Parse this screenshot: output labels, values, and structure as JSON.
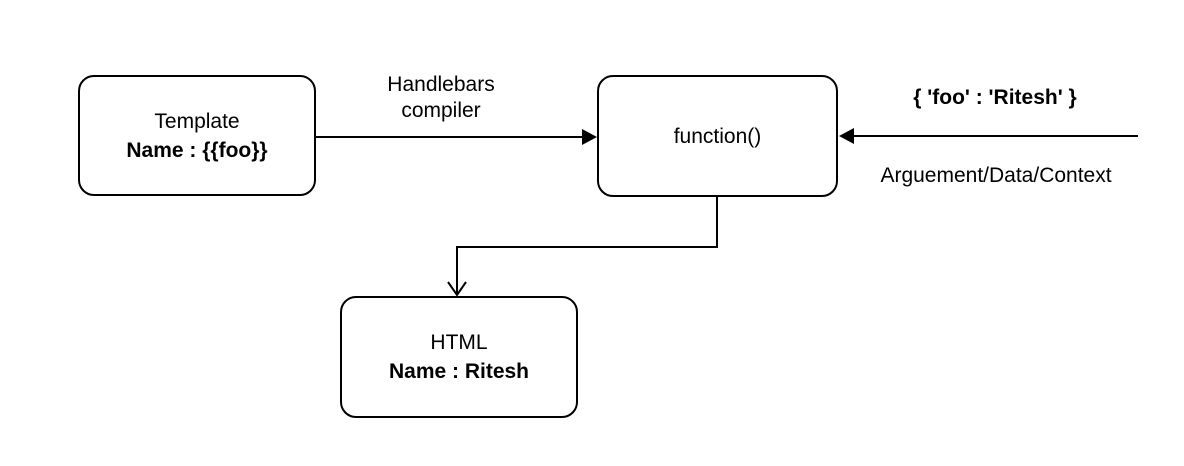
{
  "diagram": {
    "colors": {
      "background": "#ffffff",
      "stroke": "#000000",
      "text": "#000000"
    },
    "nodes": {
      "template": {
        "title": "Template",
        "subtitle": "Name : {{foo}}"
      },
      "function": {
        "title": "function()"
      },
      "html": {
        "title": "HTML",
        "subtitle": "Name : Ritesh"
      }
    },
    "labels": {
      "compiler_line1": "Handlebars",
      "compiler_line2": "compiler",
      "context_value": "{ 'foo' : 'Ritesh' }",
      "context_caption": "Arguement/Data/Context"
    }
  }
}
